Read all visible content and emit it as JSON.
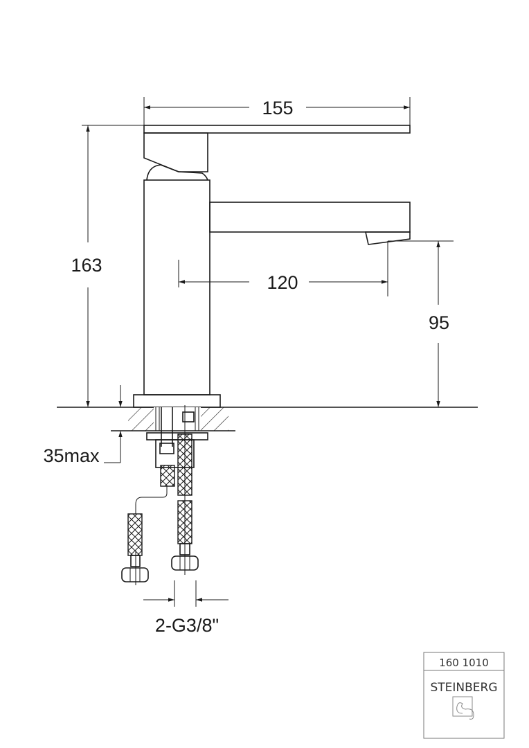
{
  "drawing": {
    "dimensions": {
      "width_total": "155",
      "height_total": "163",
      "spout_reach": "120",
      "spout_height": "95",
      "deck_thickness": "35max",
      "connection": "2-G3/8\""
    }
  },
  "title_block": {
    "article_number": "160 1010",
    "brand": "STEINBERG"
  }
}
